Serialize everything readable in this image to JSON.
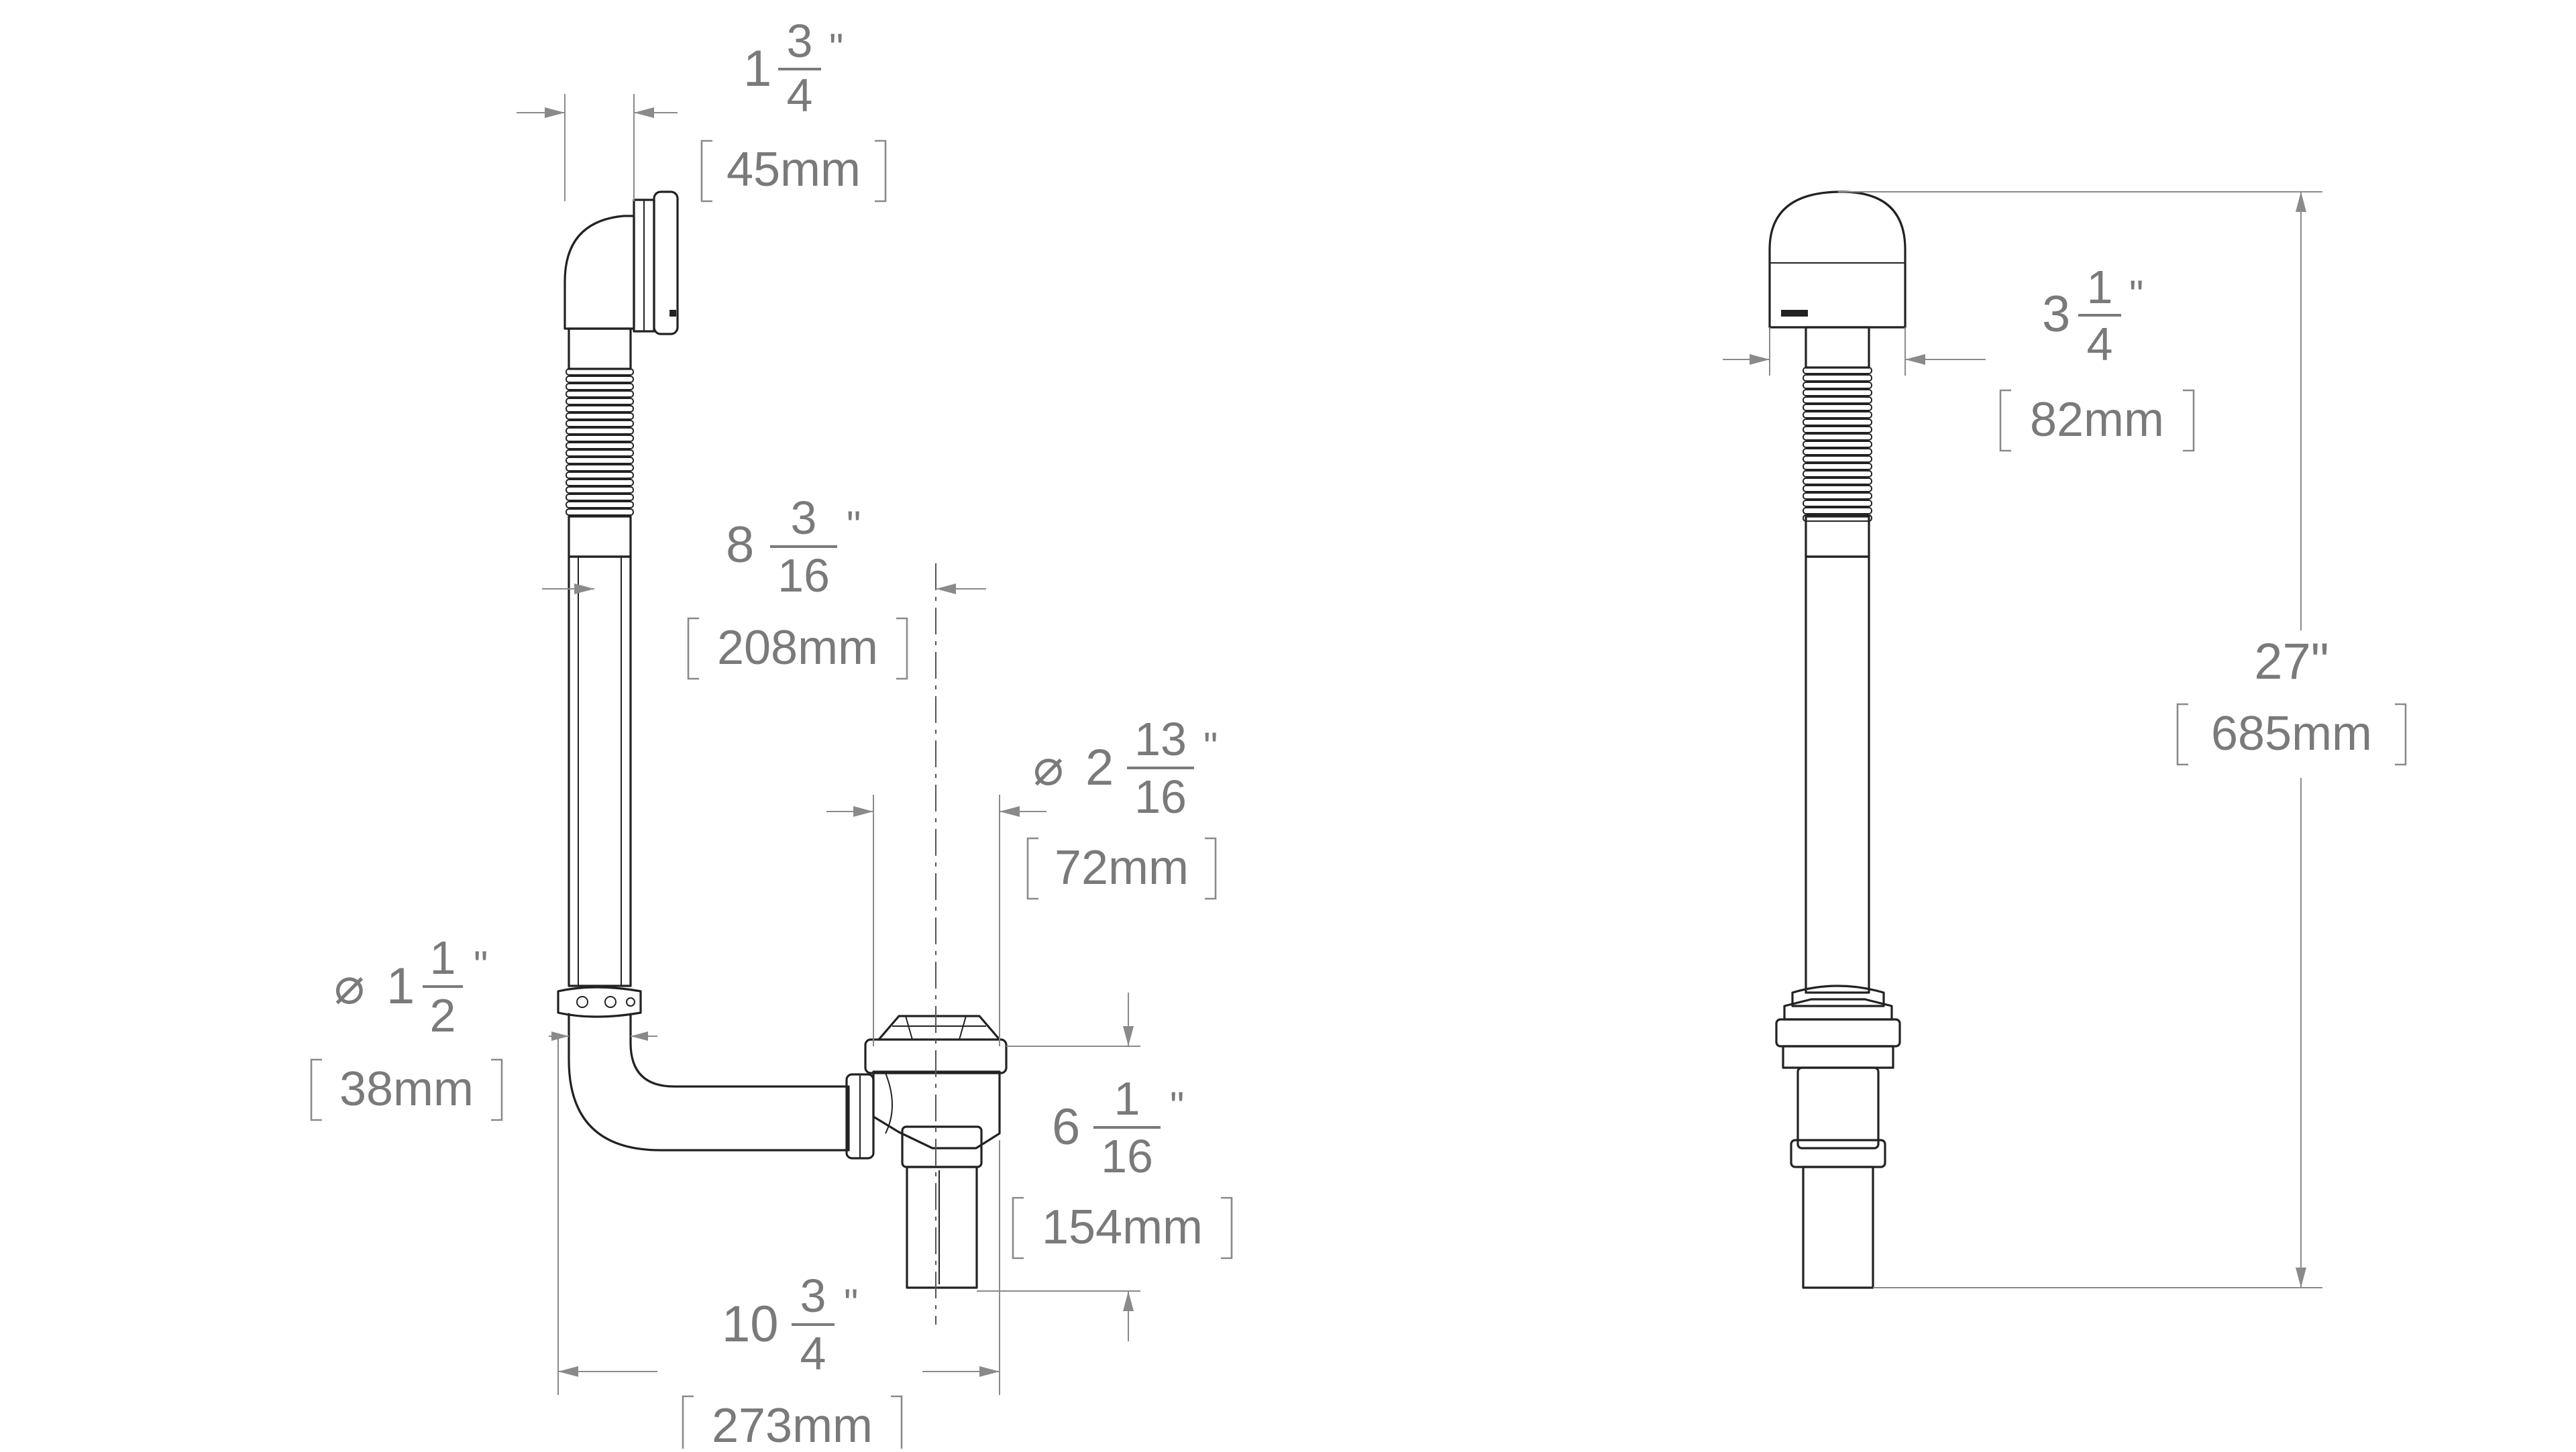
{
  "drawing": {
    "side_view": {
      "overflow_depth": {
        "whole": "1",
        "num": "3",
        "den": "4",
        "unit": "\"",
        "metric": "45mm"
      },
      "drain_offset": {
        "whole": "8",
        "num": "3",
        "den": "16",
        "unit": "\"",
        "metric": "208mm"
      },
      "shoe_diameter": {
        "symbol": "⌀",
        "whole": "2",
        "num": "13",
        "den": "16",
        "unit": "\"",
        "metric": "72mm"
      },
      "pipe_diameter": {
        "symbol": "⌀",
        "whole": "1",
        "num": "1",
        "den": "2",
        "unit": "\"",
        "metric": "38mm"
      },
      "tailpiece_length": {
        "whole": "6",
        "num": "1",
        "den": "16",
        "unit": "\"",
        "metric": "154mm"
      },
      "overall_width": {
        "whole": "10",
        "num": "3",
        "den": "4",
        "unit": "\"",
        "metric": "273mm"
      }
    },
    "front_view": {
      "overflow_cover_width": {
        "whole": "3",
        "num": "1",
        "den": "4",
        "unit": "\"",
        "metric": "82mm"
      },
      "overall_height": {
        "value": "27\"",
        "metric": "685mm"
      }
    }
  }
}
